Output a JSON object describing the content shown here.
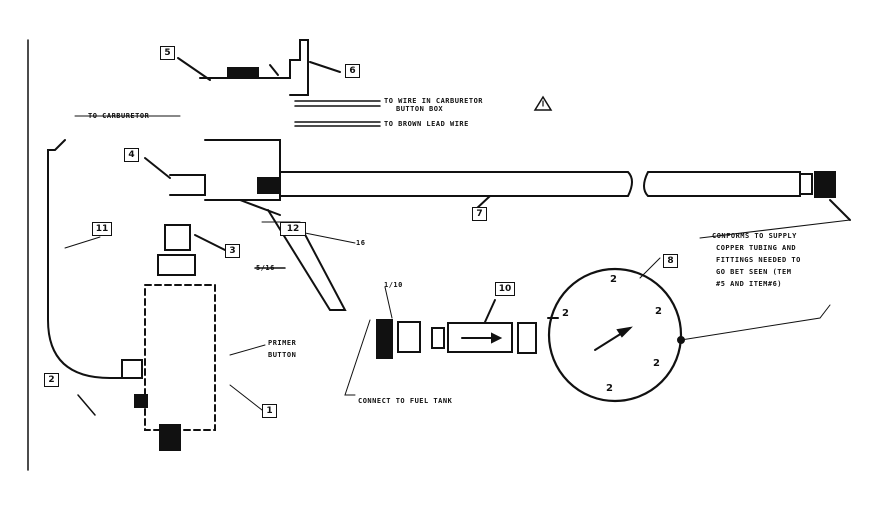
{
  "callouts": {
    "c1": "5",
    "c2": "6",
    "c3": "4",
    "c4": "7",
    "c5": "12",
    "c6": "3",
    "c7": "11",
    "c8": "10",
    "c9": "8",
    "c10": "2",
    "c11": "1"
  },
  "labels": {
    "to_carburetor": "TO CARBURETOR",
    "to_wire_top": "TO WIRE IN CARBURETOR",
    "to_wire_bottom": "BUTTON BOX",
    "to_brown_lead": "TO BROWN LEAD WIRE",
    "primer_button_1": "PRIMER",
    "primer_button_2": "BUTTON",
    "connect_fuel_tank": "CONNECT TO FUEL TANK",
    "conforms_1": "CONFORMS TO SUPPLY",
    "conforms_2": "COPPER TUBING AND",
    "conforms_3": "FITTINGS NEEDED TO",
    "conforms_4": "GO BET SEEN (TEM",
    "conforms_5": "#5 AND ITEM#6)",
    "small_1": "16",
    "small_2": "5/16",
    "small_3": "1/10",
    "small_4": "2",
    "small_5": "1"
  },
  "gauge_numbers": [
    "2",
    "2",
    "2",
    "2",
    "2"
  ],
  "colors": {
    "ink": "#111111",
    "paper": "#ffffff"
  }
}
